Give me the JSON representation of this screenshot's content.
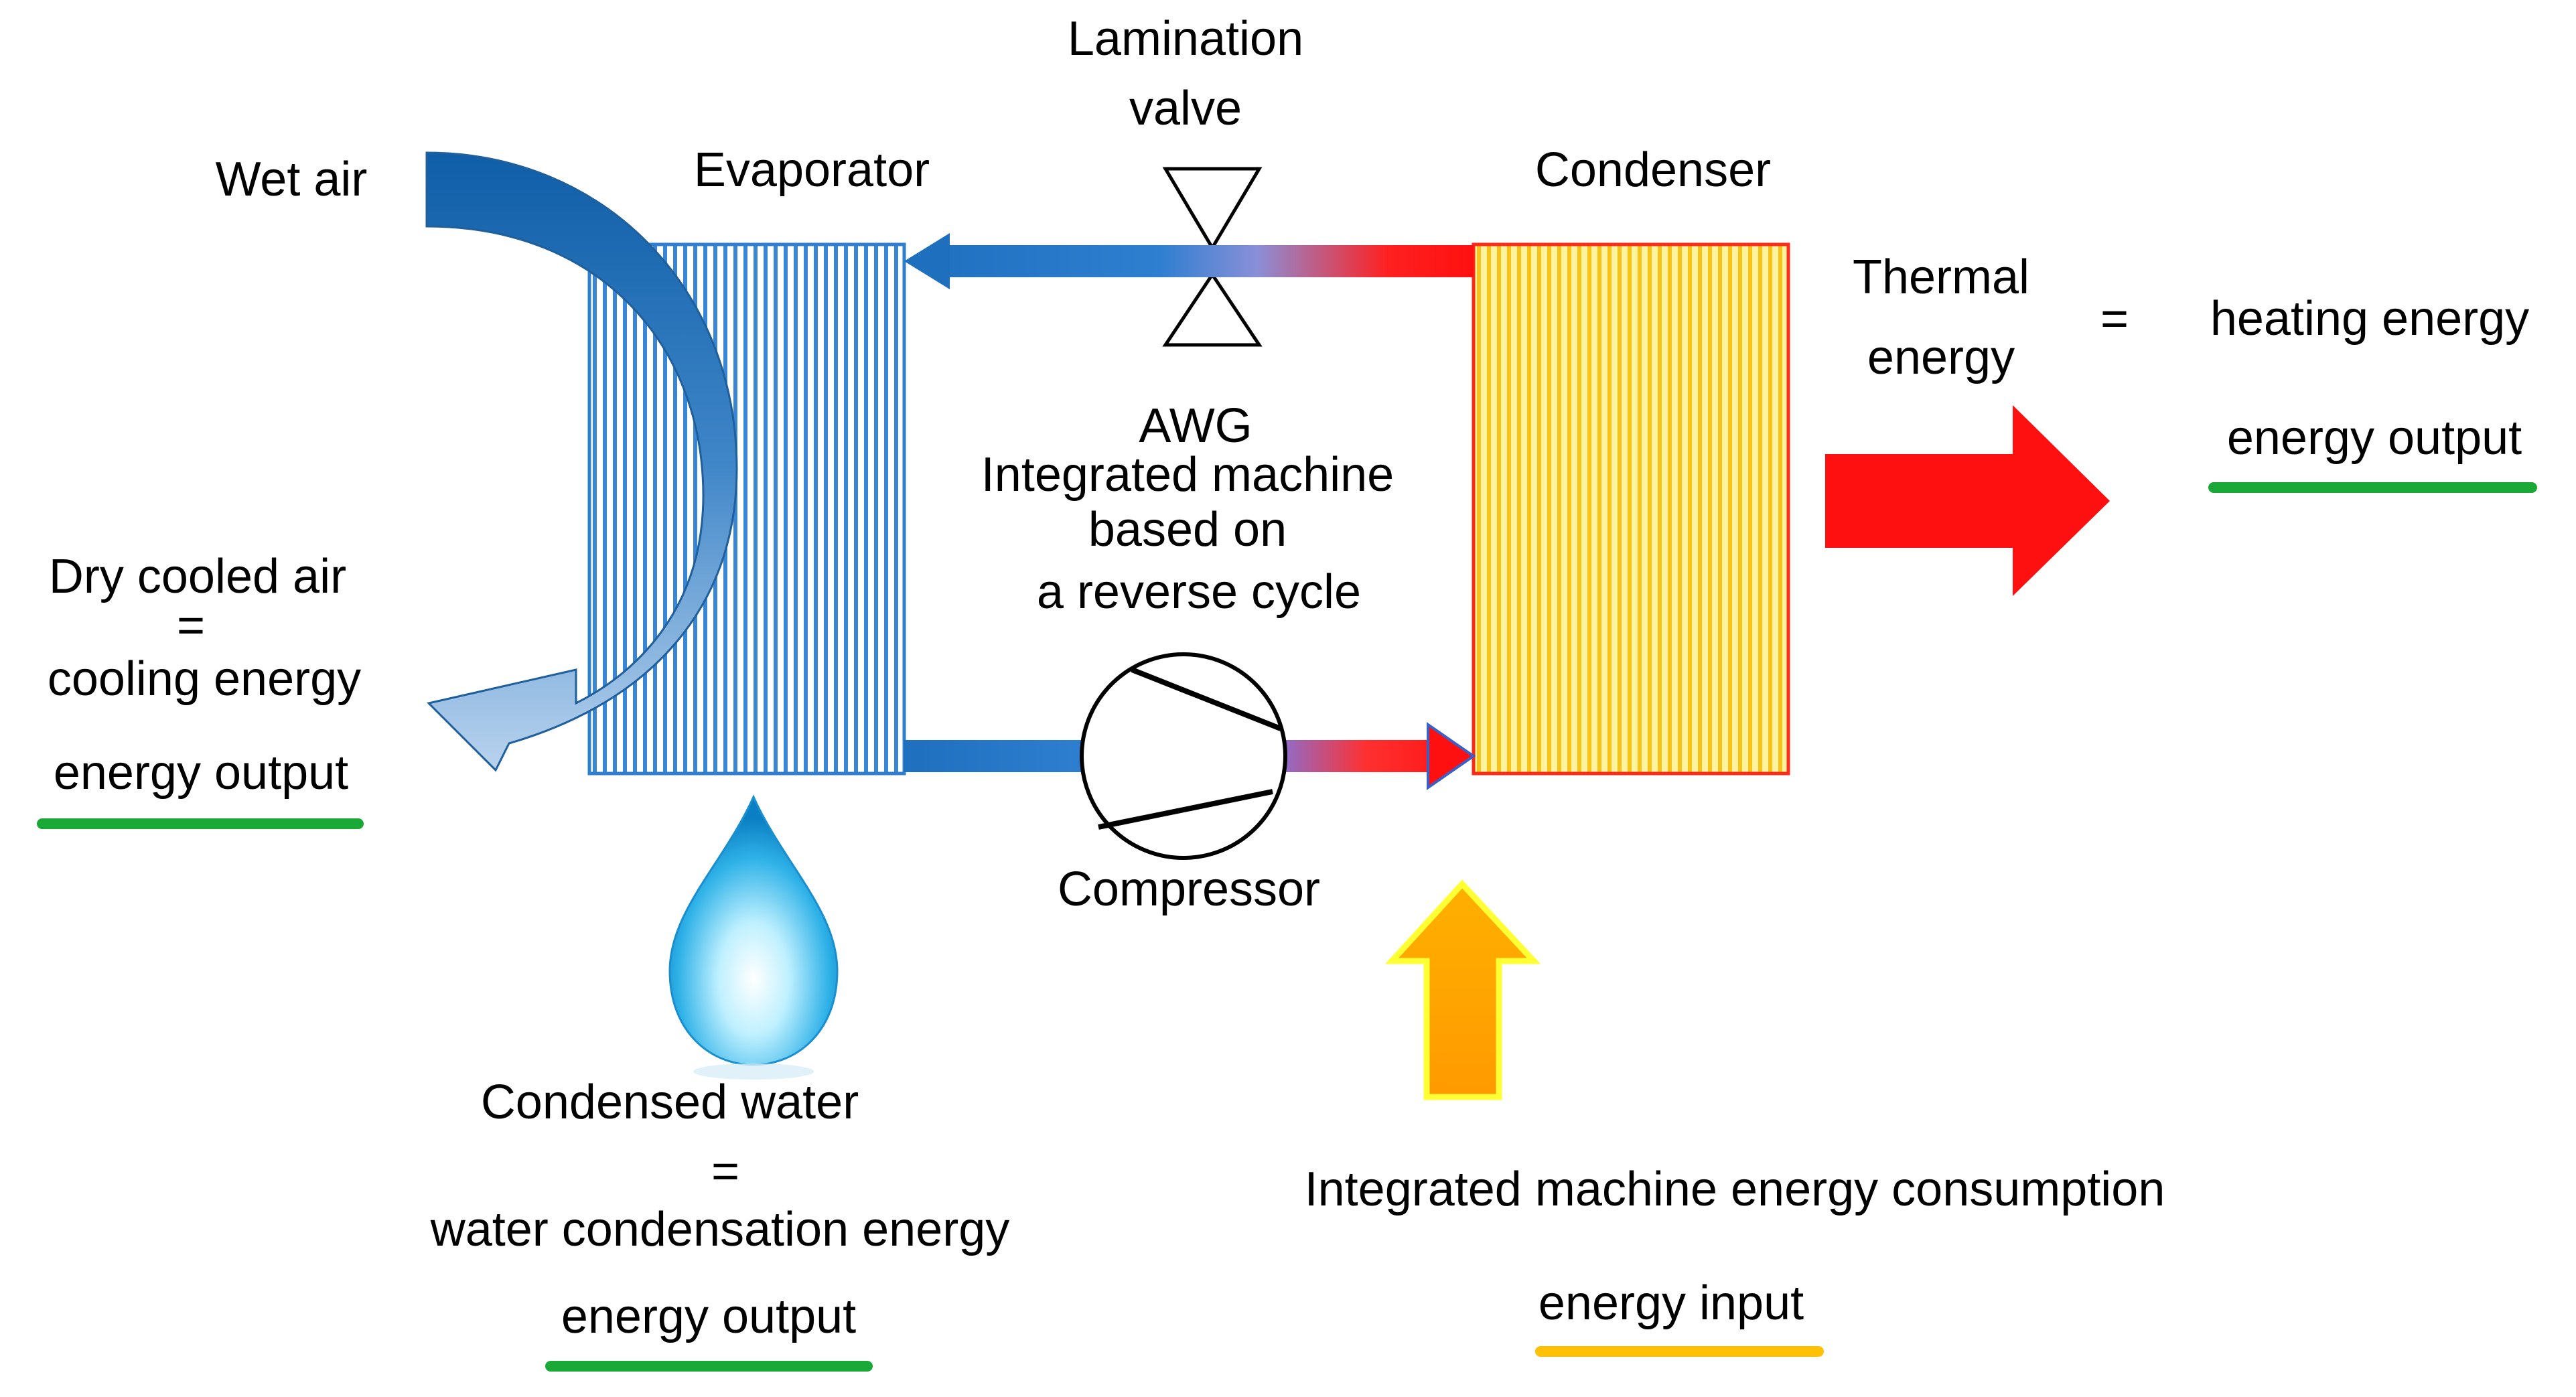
{
  "labels": {
    "lamination_valve_line1": "Lamination",
    "lamination_valve_line2": "valve",
    "evaporator": "Evaporator",
    "condenser": "Condenser",
    "wet_air": "Wet air",
    "thermal_line1": "Thermal",
    "thermal_line2": "energy",
    "thermal_equals": "=",
    "heating_energy": "heating energy",
    "heating_energy_output": "energy output",
    "awg_line1": "AWG",
    "awg_line2": "Integrated machine",
    "awg_line3": "based on",
    "awg_line4": "a reverse cycle",
    "dry_air_line1": "Dry cooled air",
    "dry_air_equals": "=",
    "dry_air_line2": "cooling energy",
    "dry_air_energy_output": "energy output",
    "compressor": "Compressor",
    "condensed_water_line1": "Condensed  water",
    "condensed_water_equals": "=",
    "condensed_water_line2": "water condensation energy",
    "condensed_water_energy_output": "energy output",
    "consumption": "Integrated machine energy consumption",
    "energy_input": "energy input"
  },
  "colors": {
    "evaporator_blue": "#2f7fd0",
    "pipe_blue": "#1f6fbf",
    "pipe_red": "#ff1a1a",
    "condenser_yellow": "#ffd21f",
    "thermal_arrow_red": "#ff1010",
    "input_arrow_orange": "#ffa500",
    "input_arrow_outline": "#ffff33",
    "output_underline_green": "#1aa836",
    "input_underline_yellow": "#ffc107"
  }
}
